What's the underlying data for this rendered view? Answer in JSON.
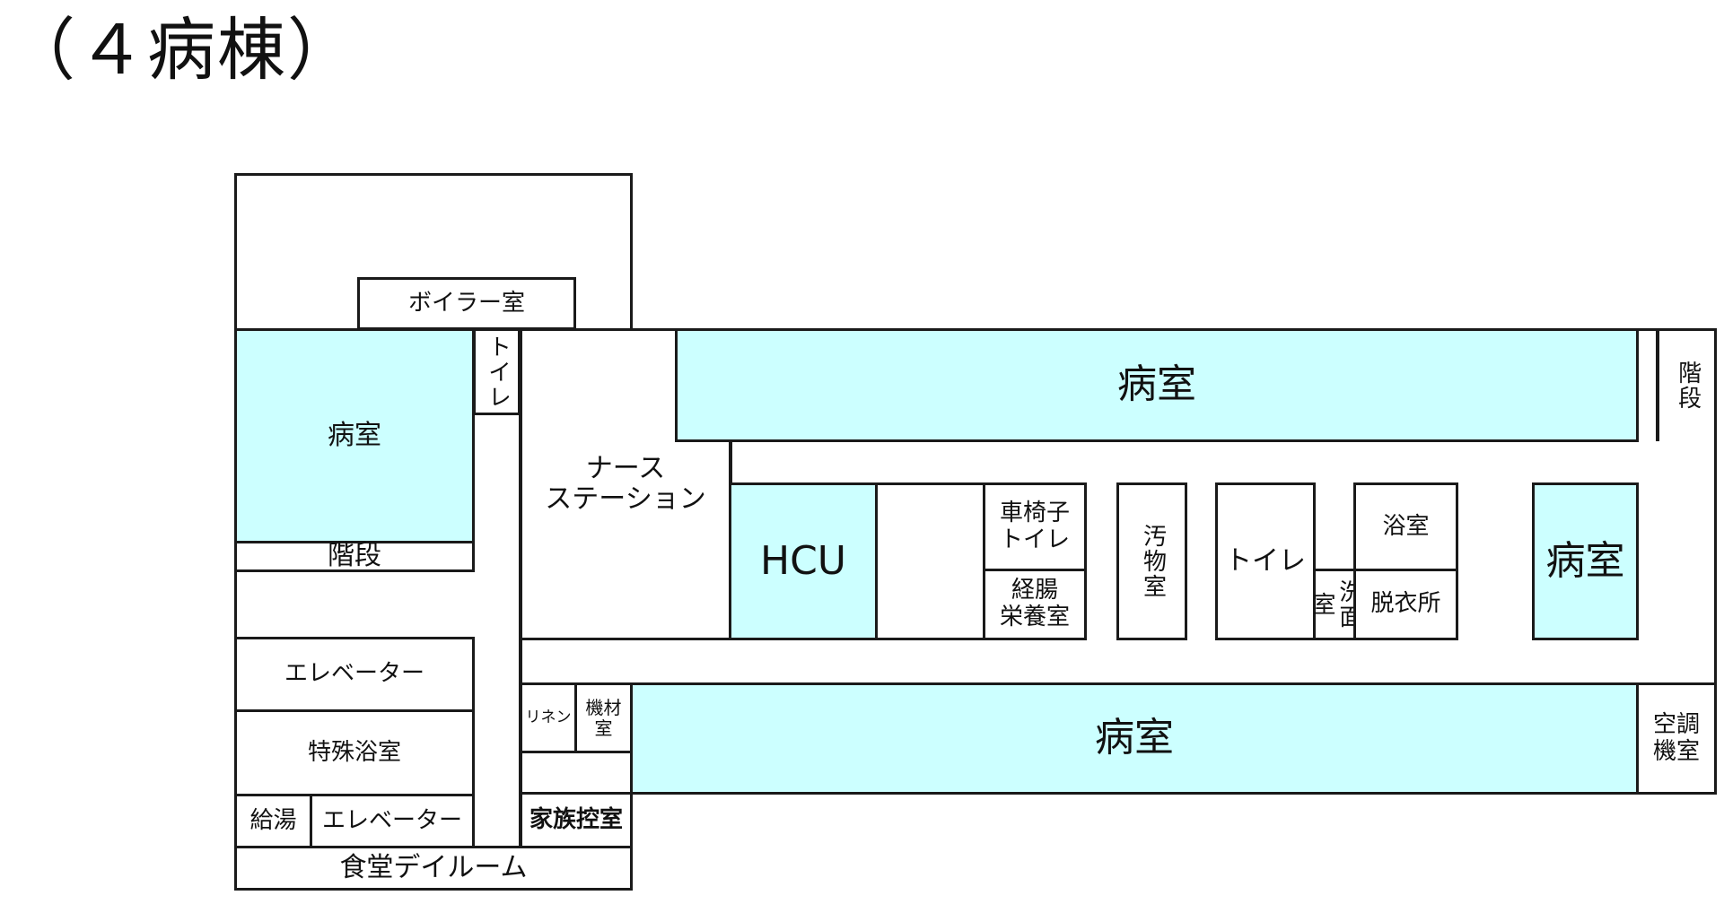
{
  "title": "（４病棟）",
  "rooms": {
    "boiler": "ボイラー室",
    "room_left": "病室",
    "toilet_small": "トイレ",
    "stairs_left": "階段",
    "nurse_station": "ナース\nステーション",
    "room_top": "病室",
    "stairs_right": "階段",
    "hcu": "HCU",
    "wheelchair_toilet": "車椅子\nトイレ",
    "enteral_nutrition": "経腸\n栄養室",
    "dirty_utility": "汚物室",
    "toilet": "トイレ",
    "bathroom": "浴室",
    "washroom": "洗面室",
    "changing_room": "脱衣所",
    "room_right": "病室",
    "elevator_1": "エレベーター",
    "special_bath": "特殊浴室",
    "linen": "リネン",
    "equipment": "機材\n室",
    "room_bottom": "病室",
    "hvac": "空調\n機室",
    "hot_water": "給湯",
    "elevator_2": "エレベーター",
    "family_room": "家族控室",
    "dining_dayroom": "食堂デイルーム"
  },
  "colors": {
    "patient_room": "#ccffff",
    "walls": "#1a1a1a",
    "background": "#ffffff"
  }
}
